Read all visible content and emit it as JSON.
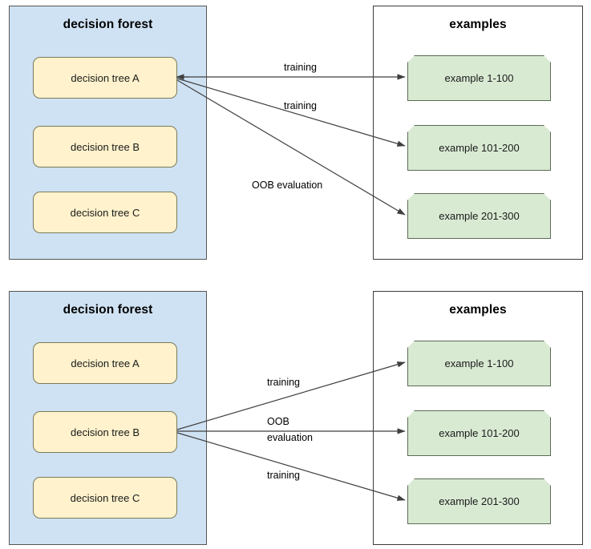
{
  "diagrams": [
    {
      "id": "top",
      "forest": {
        "title": "decision forest",
        "trees": [
          {
            "label": "decision tree A"
          },
          {
            "label": "decision tree B"
          },
          {
            "label": "decision tree C"
          }
        ]
      },
      "examples": {
        "title": "examples",
        "items": [
          {
            "label": "example 1-100"
          },
          {
            "label": "example 101-200"
          },
          {
            "label": "example 201-300"
          }
        ]
      },
      "active_tree_index": 0,
      "edges": [
        {
          "label": "training",
          "from": "decision tree A",
          "to": "example 1-100",
          "kind": "training"
        },
        {
          "label": "training",
          "from": "decision tree A",
          "to": "example 101-200",
          "kind": "training"
        },
        {
          "label": "OOB evaluation",
          "from": "decision tree A",
          "to": "example 201-300",
          "kind": "oob"
        }
      ]
    },
    {
      "id": "bottom",
      "forest": {
        "title": "decision forest",
        "trees": [
          {
            "label": "decision tree A"
          },
          {
            "label": "decision tree B"
          },
          {
            "label": "decision tree C"
          }
        ]
      },
      "examples": {
        "title": "examples",
        "items": [
          {
            "label": "example 1-100"
          },
          {
            "label": "example 101-200"
          },
          {
            "label": "example 201-300"
          }
        ]
      },
      "active_tree_index": 1,
      "edges": [
        {
          "label": "training",
          "from": "decision tree B",
          "to": "example 1-100",
          "kind": "training"
        },
        {
          "label_line1": "OOB",
          "label_line2": "evaluation",
          "label": "OOB evaluation",
          "from": "decision tree B",
          "to": "example 101-200",
          "kind": "oob"
        },
        {
          "label": "training",
          "from": "decision tree B",
          "to": "example 201-300",
          "kind": "training"
        }
      ]
    }
  ],
  "colors": {
    "forest_fill": "#cfe2f3",
    "forest_stroke": "#565656",
    "tree_fill": "#fff2cc",
    "tree_stroke": "#7b7b5a",
    "example_fill": "#d9ead3",
    "example_stroke": "#5c6b56",
    "examples_stroke": "#3b3b3b",
    "connector_stroke": "#3f3f3f",
    "text": "#000000",
    "background": "#ffffff"
  }
}
